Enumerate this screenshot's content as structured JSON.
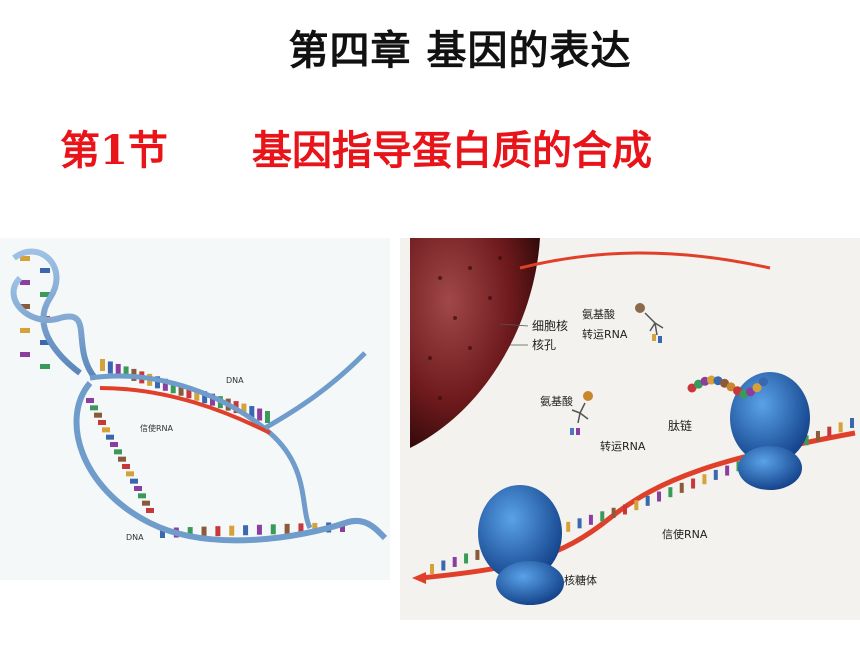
{
  "header": {
    "chapter_title": "第四章  基因的表达",
    "section_number": "第1节",
    "section_title": "基因指导蛋白质的合成"
  },
  "left_diagram": {
    "label_dna_top": "DNA",
    "label_mrna": "信使RNA",
    "label_dna_bottom": "DNA"
  },
  "right_diagram": {
    "label_nucleus": "细胞核",
    "label_nuclear_pore": "核孔",
    "label_amino_acid_1": "氨基酸",
    "label_trna_1": "转运RNA",
    "label_amino_acid_2": "氨基酸",
    "label_trna_2": "转运RNA",
    "label_peptide": "肽链",
    "label_mrna": "信使RNA",
    "label_ribosome": "核糖体"
  },
  "colors": {
    "title": "#111111",
    "section": "#e8141a",
    "dna_strand": "#6f9ccb",
    "mrna": "#e0402a",
    "ribosome": "#1f5fb0",
    "nucleus": "#7a1e1e"
  }
}
